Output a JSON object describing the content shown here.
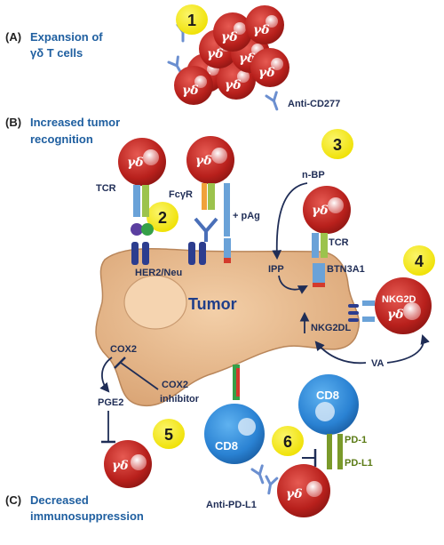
{
  "sections": {
    "a": {
      "letter": "(A)",
      "title_line1": "Expansion of",
      "title_line2": "γδ T cells"
    },
    "b": {
      "letter": "(B)",
      "title_line1": "Increased tumor",
      "title_line2": "recognition"
    },
    "c": {
      "letter": "(C)",
      "title_line1": "Decreased",
      "title_line2": "immunosuppression"
    }
  },
  "numbers": [
    "1",
    "2",
    "3",
    "4",
    "5",
    "6"
  ],
  "cells": {
    "gd": "γδ",
    "cd8": "CD8",
    "nkg2d": "NKG2D"
  },
  "labels": {
    "anti_cd277": "Anti-CD277",
    "tcr": "TCR",
    "fcgr": "FcγR",
    "pag": "+ pAg",
    "nbp": "n-BP",
    "ipp": "IPP",
    "btn3a1": "BTN3A1",
    "her2": "HER2/Neu",
    "tumor": "Tumor",
    "nkg2dl": "NKG2DL",
    "va": "VA",
    "cox2": "COX2",
    "pge2": "PGE2",
    "cox2_inhibitor_1": "COX2",
    "cox2_inhibitor_2": "inhibitor",
    "pd1": "PD-1",
    "pdl1": "PD-L1",
    "anti_pdl1": "Anti-PD-L1"
  },
  "colors": {
    "gd_cell": "#c9302c",
    "cd8_cell": "#2e86d6",
    "tumor": "#e8b98a",
    "label_blue": "#1f5fa0",
    "number_yellow": "#f2e600"
  }
}
